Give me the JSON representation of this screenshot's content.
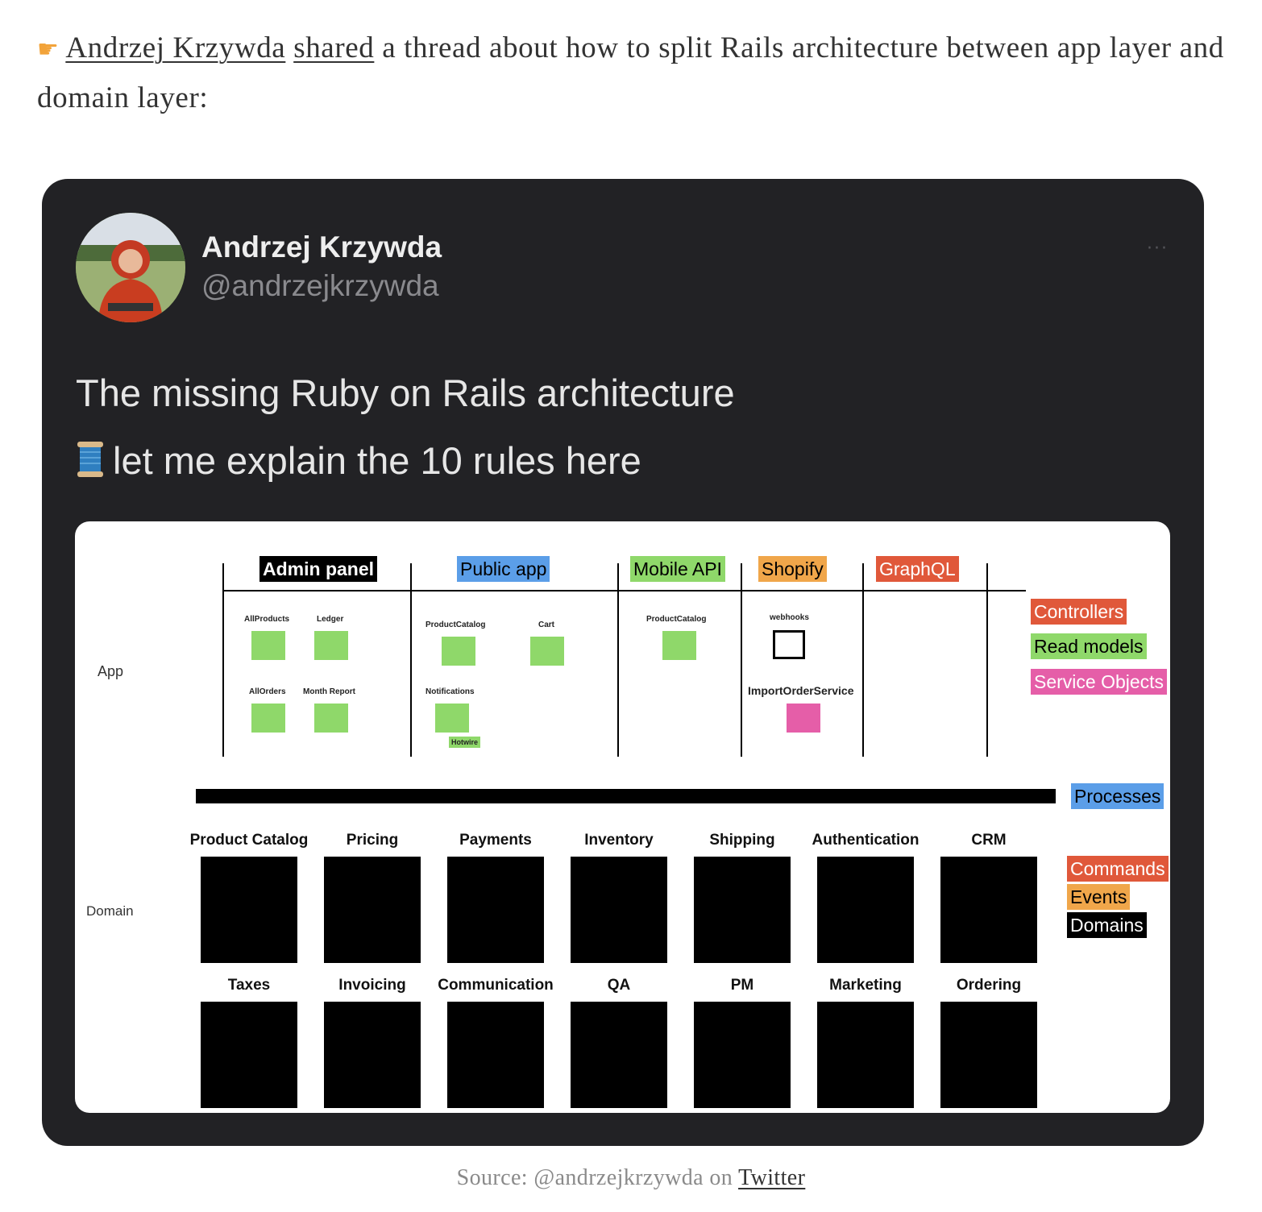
{
  "intro": {
    "pointer_icon": "backhand-index-pointing-right",
    "author_link": "Andrzej Krzywda",
    "shared_link": "shared",
    "text": " a thread about how to split Rails architecture between app layer and domain layer:"
  },
  "tweet": {
    "name": "Andrzej Krzywda",
    "handle": "@andrzejkrzywda",
    "more": "···",
    "line1": "The missing Ruby on Rails architecture",
    "line2": "let me explain the 10 rules here",
    "thread_icon": "spool-of-thread"
  },
  "diagram": {
    "app_label": "App",
    "domain_label": "Domain",
    "headers": [
      {
        "label": "Admin panel",
        "bg": "#000000",
        "fg": "#ffffff"
      },
      {
        "label": "Public app",
        "bg": "#5b9ee8",
        "fg": "#000000"
      },
      {
        "label": "Mobile API",
        "bg": "#8fd86a",
        "fg": "#000000"
      },
      {
        "label": "Shopify",
        "bg": "#f0a64a",
        "fg": "#000000"
      },
      {
        "label": "GraphQL",
        "bg": "#e0583a",
        "fg": "#ffffff"
      }
    ],
    "app_items": {
      "all_products": "AllProducts",
      "ledger": "Ledger",
      "all_orders": "AllOrders",
      "month_report": "Month Report",
      "product_catalog_public": "ProductCatalog",
      "cart": "Cart",
      "notifications": "Notifications",
      "hotwire": "Hotwire",
      "product_catalog_mobile": "ProductCatalog",
      "webhooks": "webhooks",
      "import_order_service": "ImportOrderService"
    },
    "app_legend": [
      {
        "label": "Controllers",
        "bg": "#e0583a"
      },
      {
        "label": "Read models",
        "bg": "#8fd86a",
        "fg": "#000000"
      },
      {
        "label": "Service Objects",
        "bg": "#e55ea8"
      }
    ],
    "processes": {
      "label": "Processes",
      "bg": "#5b9ee8"
    },
    "domains_row1": [
      "Product Catalog",
      "Pricing",
      "Payments",
      "Inventory",
      "Shipping",
      "Authentication",
      "CRM"
    ],
    "domains_row2": [
      "Taxes",
      "Invoicing",
      "Communication",
      "QA",
      "PM",
      "Marketing",
      "Ordering"
    ],
    "domain_legend": [
      {
        "label": "Commands",
        "bg": "#e0583a"
      },
      {
        "label": "Events",
        "bg": "#f0a64a",
        "fg": "#000000"
      },
      {
        "label": "Domains",
        "bg": "#000000"
      }
    ]
  },
  "caption": {
    "prefix": "Source: @andrzejkrzywda on ",
    "link": "Twitter"
  }
}
